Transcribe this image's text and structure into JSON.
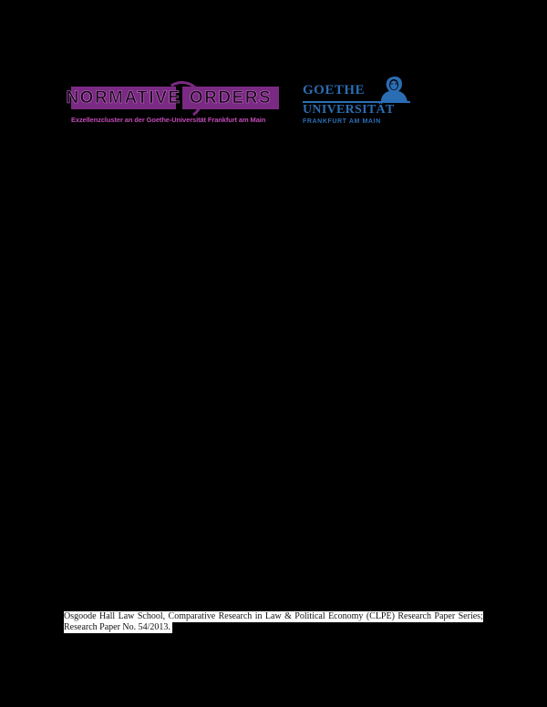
{
  "logos": {
    "normative_orders": {
      "word_left": "NORMATIVE",
      "word_right": "ORDERS",
      "subtitle": "Exzellenzcluster an der Goethe-Universität Frankfurt am Main",
      "color": "#7b2a83"
    },
    "goethe_universitaet": {
      "line1": "GOETHE",
      "line2": "UNIVERSITÄT",
      "line3": "FRANKFURT AM MAIN",
      "color": "#2b6db3"
    }
  },
  "footnote": {
    "words_line1": [
      "Osgoode",
      "Hall",
      "Law",
      "School,",
      "Comparative",
      "Research",
      "in",
      "Law",
      "&",
      "Political",
      "Economy",
      "(CLPE)",
      "Research",
      "Paper",
      "Series;"
    ],
    "line2": "Research Paper No. 54/2013."
  }
}
